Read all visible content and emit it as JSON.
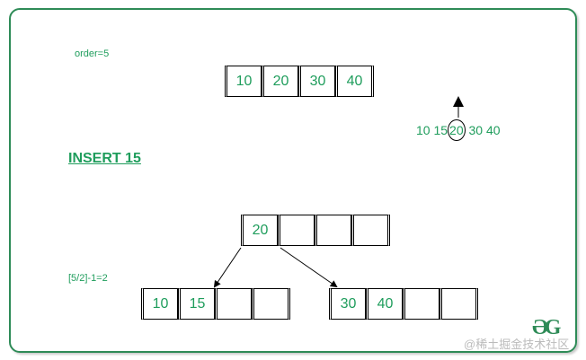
{
  "order_label": "order=5",
  "heading": "INSERT 15",
  "formula": "[5/2]-1=2",
  "sequence": {
    "before": "10 15",
    "median": "20",
    "after": "30 40"
  },
  "nodes": {
    "initial": [
      "10",
      "20",
      "30",
      "40"
    ],
    "root": [
      "20",
      "",
      "",
      ""
    ],
    "left_child": [
      "10",
      "15",
      "",
      ""
    ],
    "right_child": [
      "30",
      "40",
      "",
      ""
    ]
  },
  "logo": "GG",
  "watermark": "@稀土掘金技术社区",
  "colors": {
    "text": "#1f9d5c",
    "frame": "#2e8b57"
  }
}
